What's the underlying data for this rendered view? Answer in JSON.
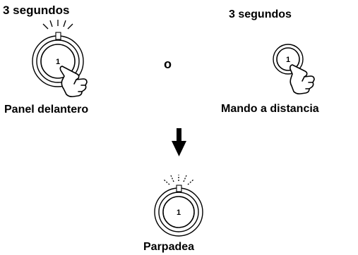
{
  "labels": {
    "front_duration": "3 segundos",
    "remote_duration": "3 segundos",
    "or": "o",
    "front_panel": "Panel delantero",
    "remote_control": "Mando a distancia",
    "blinking": "Parpadea"
  },
  "buttons": {
    "front_number": "1",
    "remote_number": "1",
    "result_number": "1"
  },
  "icons": {
    "hand": "pressing-hand-icon",
    "flow": "arrow-down-icon",
    "light": "blink-rays-icon"
  },
  "colors": {
    "ink": "#000000",
    "background": "#ffffff"
  }
}
